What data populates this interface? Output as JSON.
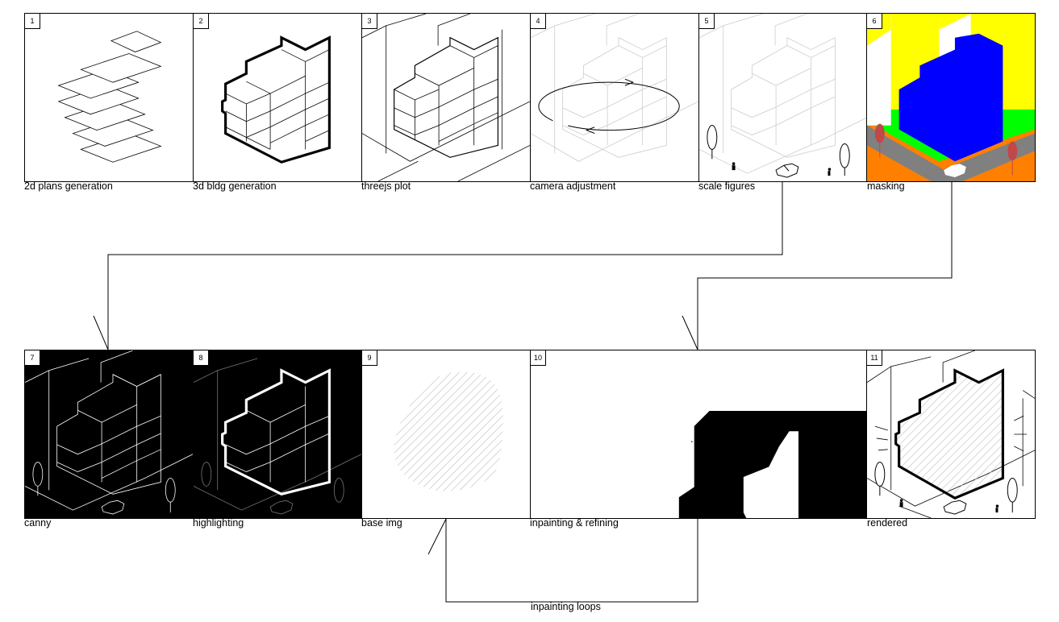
{
  "steps": [
    {
      "num": "1",
      "caption": "2d plans generation"
    },
    {
      "num": "2",
      "caption": "3d bldg generation"
    },
    {
      "num": "3",
      "caption": "threejs plot"
    },
    {
      "num": "4",
      "caption": "camera adjustment"
    },
    {
      "num": "5",
      "caption": "scale figures"
    },
    {
      "num": "6",
      "caption": "masking"
    },
    {
      "num": "7",
      "caption": "canny"
    },
    {
      "num": "8",
      "caption": "highlighting"
    },
    {
      "num": "9",
      "caption": "base img"
    },
    {
      "num": "10",
      "caption": "inpainting & refining"
    },
    {
      "num": "11",
      "caption": "rendered"
    }
  ],
  "loop_label": "inpainting loops",
  "ellipsis": ". . .",
  "colors": {
    "mask_sky": "#ffff00",
    "mask_building": "#0000ff",
    "mask_grass": "#00ff00",
    "mask_ground": "#ff8000",
    "mask_road": "#808080",
    "mask_tree": "#c04848",
    "line": "#000000",
    "hatch": "#bbbbbb"
  }
}
